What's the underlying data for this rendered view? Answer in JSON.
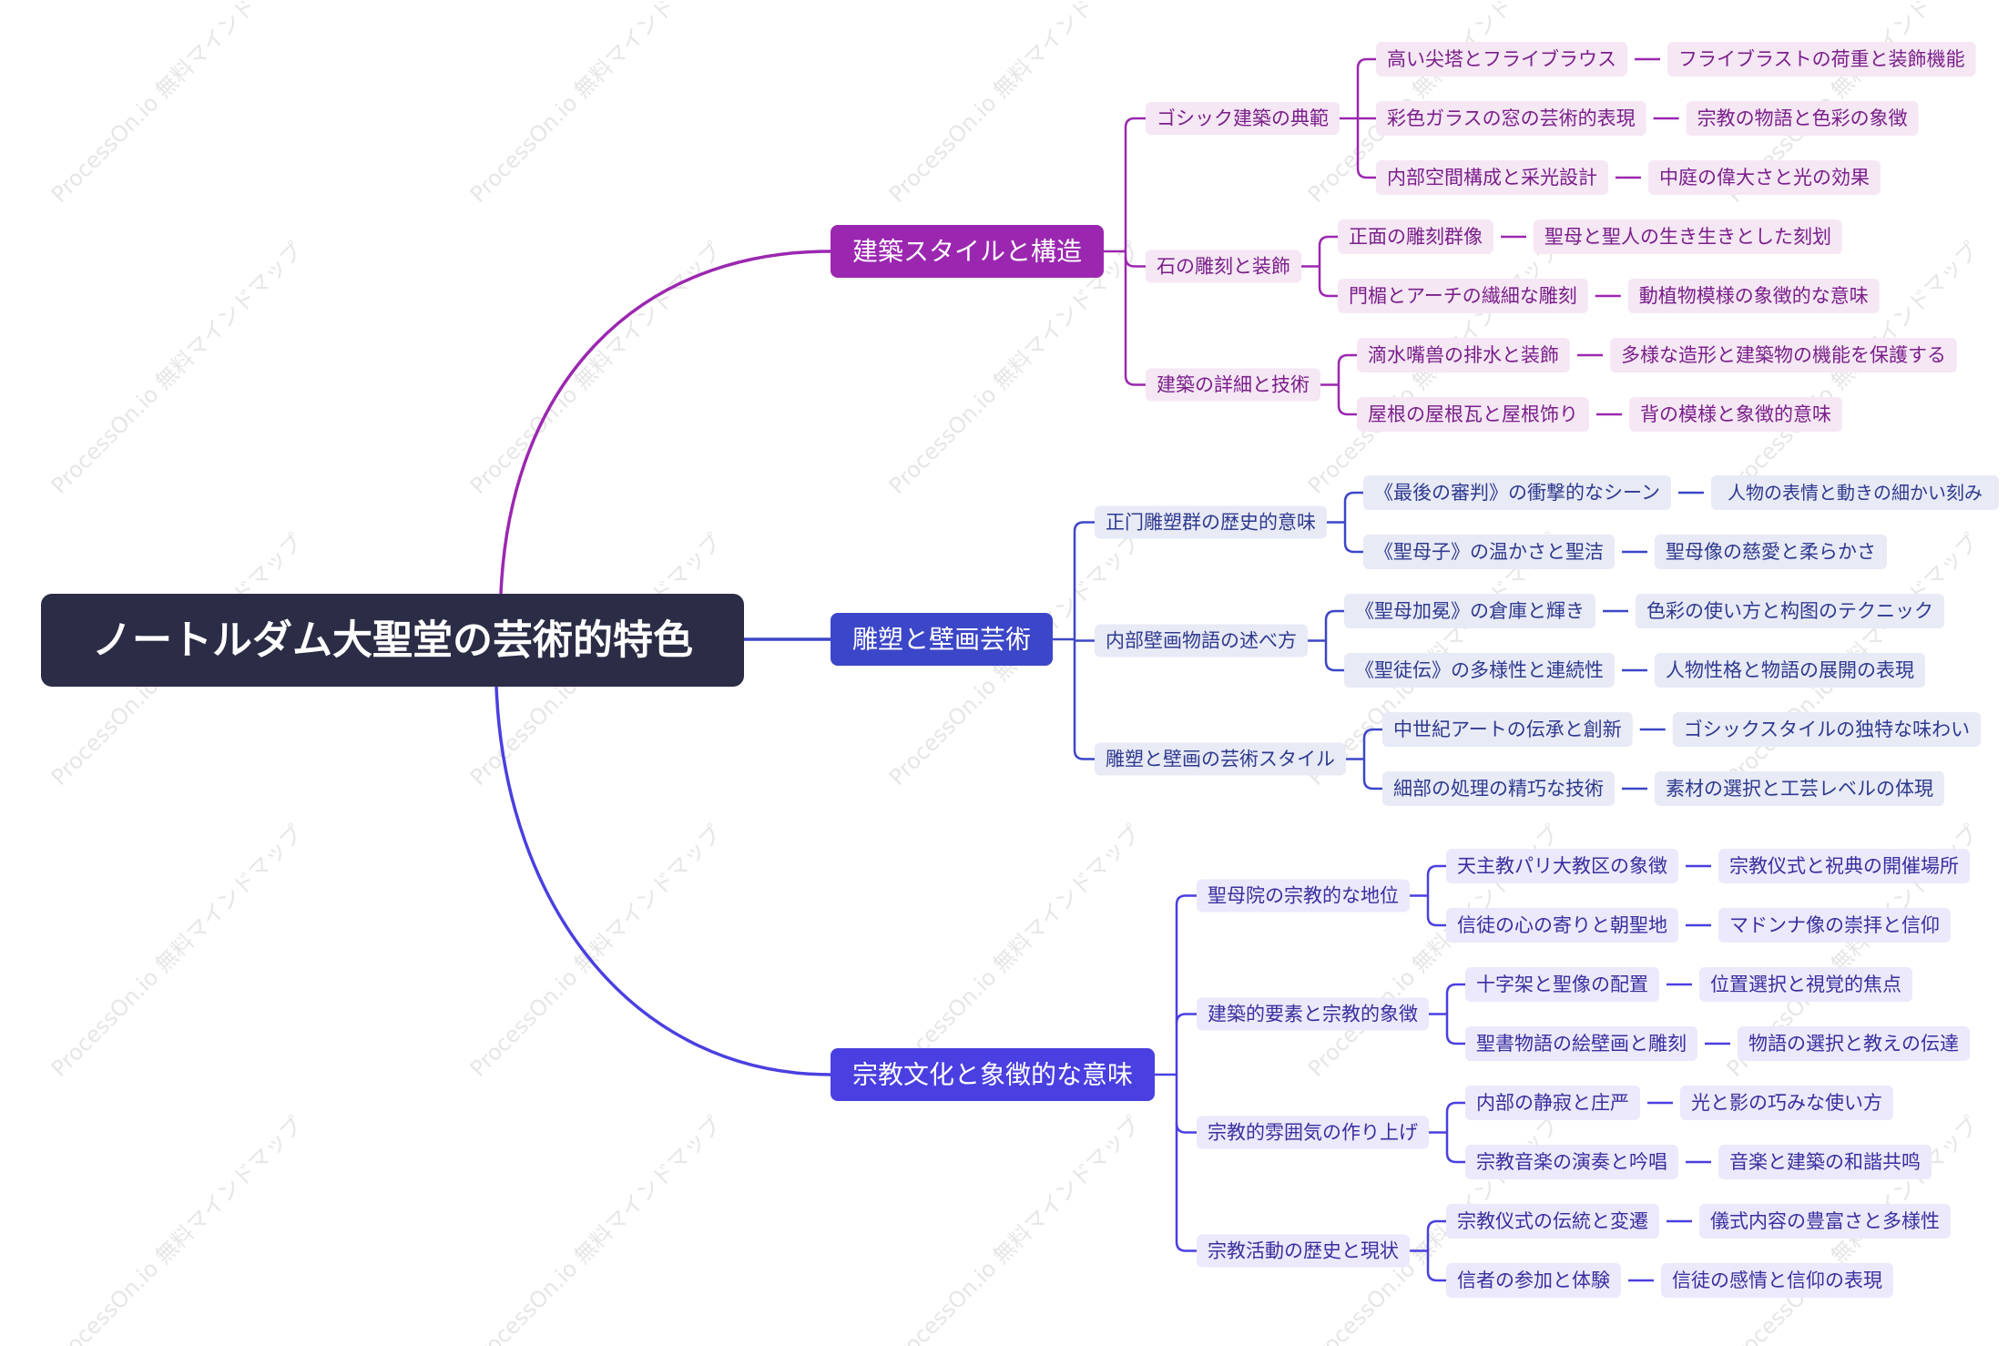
{
  "colors": {
    "root": "#2b2c45",
    "branch_arch": "#9b27b0",
    "branch_sculpt": "#3c46c8",
    "branch_religion": "#4a3fe0",
    "leaf_arch_bg": "#f6e7f5",
    "leaf_sculpt_bg": "#e8eaf6",
    "leaf_religion_bg": "#ebe9fb",
    "text_arch": "#7a1f8a",
    "text_sculpt": "#2f3a8f",
    "text_religion": "#3a2f9f",
    "watermark": "#e6e6e6"
  },
  "watermark": "ProcessOn.io 無料マインドマップ",
  "mindmap": {
    "root": "ノートルダム大聖堂の芸術的特色",
    "branches": [
      {
        "label": "建築スタイルと構造",
        "children": [
          {
            "label": "ゴシック建築の典範",
            "children": [
              {
                "label": "高い尖塔とフライブラウス",
                "detail": "フライブラストの荷重と装飾機能"
              },
              {
                "label": "彩色ガラスの窓の芸術的表現",
                "detail": "宗教の物語と色彩の象徴"
              },
              {
                "label": "内部空間構成と采光設計",
                "detail": "中庭の偉大さと光の効果"
              }
            ]
          },
          {
            "label": "石の雕刻と装飾",
            "children": [
              {
                "label": "正面の雕刻群像",
                "detail": "聖母と聖人の生き生きとした刻划"
              },
              {
                "label": "門楣とアーチの繊細な雕刻",
                "detail": "動植物模様の象徴的な意味"
              }
            ]
          },
          {
            "label": "建築の詳細と技術",
            "children": [
              {
                "label": "滴水嘴兽の排水と装飾",
                "detail": "多様な造形と建築物の機能を保護する"
              },
              {
                "label": "屋根の屋根瓦と屋根饰り",
                "detail": "背の模様と象徴的意味"
              }
            ]
          }
        ]
      },
      {
        "label": "雕塑と壁画芸術",
        "children": [
          {
            "label": "正门雕塑群の歴史的意味",
            "children": [
              {
                "label": "《最後の審判》の衝撃的なシーン",
                "detail": "人物の表情と動きの細かい刻み"
              },
              {
                "label": "《聖母子》の温かさと聖洁",
                "detail": "聖母像の慈愛と柔らかさ"
              }
            ]
          },
          {
            "label": "内部壁画物語の述べ方",
            "children": [
              {
                "label": "《聖母加冕》の倉庫と輝き",
                "detail": "色彩の使い方と构图のテクニック"
              },
              {
                "label": "《聖徒伝》の多様性と連続性",
                "detail": "人物性格と物語の展開の表現"
              }
            ]
          },
          {
            "label": "雕塑と壁画の芸術スタイル",
            "children": [
              {
                "label": "中世紀アートの伝承と創新",
                "detail": "ゴシックスタイルの独特な味わい"
              },
              {
                "label": "細部の処理の精巧な技術",
                "detail": "素材の選択と工芸レベルの体現"
              }
            ]
          }
        ]
      },
      {
        "label": "宗教文化と象徴的な意味",
        "children": [
          {
            "label": "聖母院の宗教的な地位",
            "children": [
              {
                "label": "天主教パリ大教区の象徴",
                "detail": "宗教仪式と祝典の開催場所"
              },
              {
                "label": "信徒の心の寄りと朝聖地",
                "detail": "マドンナ像の崇拝と信仰"
              }
            ]
          },
          {
            "label": "建築的要素と宗教的象徴",
            "children": [
              {
                "label": "十字架と聖像の配置",
                "detail": "位置選択と視覚的焦点"
              },
              {
                "label": "聖書物語の絵壁画と雕刻",
                "detail": "物語の選択と教えの伝達"
              }
            ]
          },
          {
            "label": "宗教的雰囲気の作り上げ",
            "children": [
              {
                "label": "内部の静寂と庄严",
                "detail": "光と影の巧みな使い方"
              },
              {
                "label": "宗教音楽の演奏と吟唱",
                "detail": "音楽と建築の和諧共鸣"
              }
            ]
          },
          {
            "label": "宗教活動の歴史と現状",
            "children": [
              {
                "label": "宗教仪式の伝統と変遷",
                "detail": "儀式内容の豊富さと多様性"
              },
              {
                "label": "信者の参加と体験",
                "detail": "信徒の感情と信仰の表現"
              }
            ]
          }
        ]
      }
    ]
  }
}
